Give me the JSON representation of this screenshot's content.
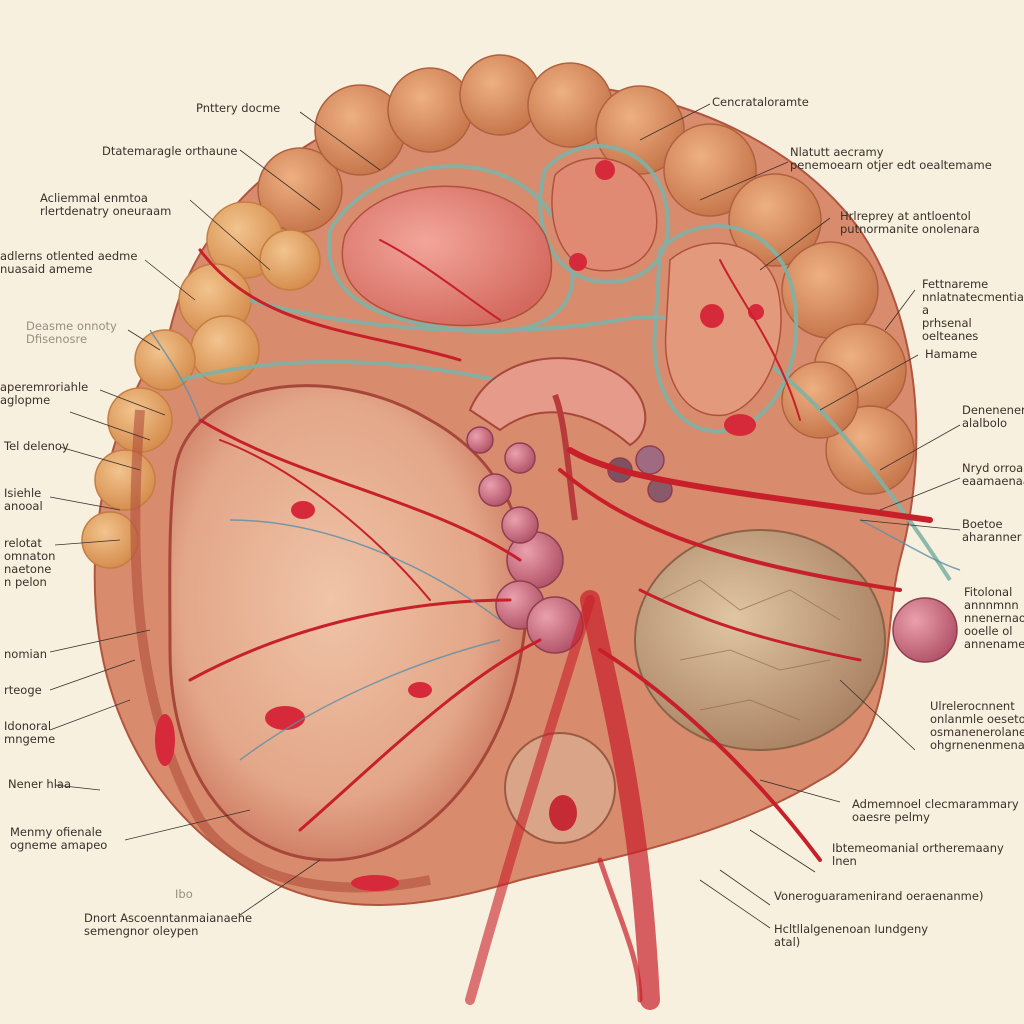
{
  "labels": [
    {
      "id": "l01",
      "text": "Pnttery docme"
    },
    {
      "id": "l02",
      "text": "Dtatemaragle orthaune"
    },
    {
      "id": "l03",
      "text": "Acliemmal enmtoa\nrlertdenatry oneuraam"
    },
    {
      "id": "l04",
      "text": "adlerns otlented aedme\nnuasaid ameme"
    },
    {
      "id": "l05",
      "text": "Deasme onnoty\nDfisenosre"
    },
    {
      "id": "l06",
      "text": "aperemroriahle\naglopme"
    },
    {
      "id": "l07",
      "text": "Tel delenoy"
    },
    {
      "id": "l08",
      "text": "Isiehle\nanooal"
    },
    {
      "id": "l09",
      "text": "relotat\nomnaton\nnaetone\nn pelon"
    },
    {
      "id": "l10",
      "text": "nomian"
    },
    {
      "id": "l11",
      "text": "rteoge"
    },
    {
      "id": "l12",
      "text": "Idonoral\nmngeme"
    },
    {
      "id": "l13",
      "text": "Nener hlaa"
    },
    {
      "id": "l14",
      "text": "Menmy ofienale\nogneme amapeo"
    },
    {
      "id": "l15",
      "text": "Dnort Ascoenntanmaianaehe\nsemengnor oleypen"
    },
    {
      "id": "l16",
      "text": "Cencrataloramte"
    },
    {
      "id": "l17",
      "text": "Nlatutt aecramy\npenemoearn otjer edt oealtemame"
    },
    {
      "id": "l18",
      "text": "Hrlreprey at antloentol\nputnormanite onolenara"
    },
    {
      "id": "l19",
      "text": "Fettnareme\nnnlatnatecmential a\nprhsenal oelteanes"
    },
    {
      "id": "l20",
      "text": "Hamame"
    },
    {
      "id": "l21",
      "text": "Denenenen\nalalbolo"
    },
    {
      "id": "l22",
      "text": "Nryd orroal\neaamaenaae"
    },
    {
      "id": "l23",
      "text": "Boetoe\naharanner"
    },
    {
      "id": "l24",
      "text": "Fitolonal\nannnmnn\nnnenernaoe\nooelle ol\nannenameno"
    },
    {
      "id": "l25",
      "text": "Ulrelerocnnent\nonlanmle oeseto\nosmanenerolane\nohgrnenenmenae"
    },
    {
      "id": "l26",
      "text": "Admemnoel clecmarammary\noaesre pelmy"
    },
    {
      "id": "l27",
      "text": "Ibtemeomanial ortheremaany\nlnen"
    },
    {
      "id": "l28",
      "text": "Voneroguaramenirand oeraenanme)"
    },
    {
      "id": "l29",
      "text": "Hcltllalgenenoan Iundgeny\natal)"
    },
    {
      "id": "l30",
      "text": "Ibo"
    }
  ],
  "colors": {
    "background": "#f7f0df",
    "tissue": "#d99a7c",
    "fat": "#e0a36a",
    "vessel": "#c8202a",
    "membrane": "#7fb2a6",
    "sac": "#e7b193",
    "nodule": "#c96b7c",
    "mass": "#c09a78"
  }
}
